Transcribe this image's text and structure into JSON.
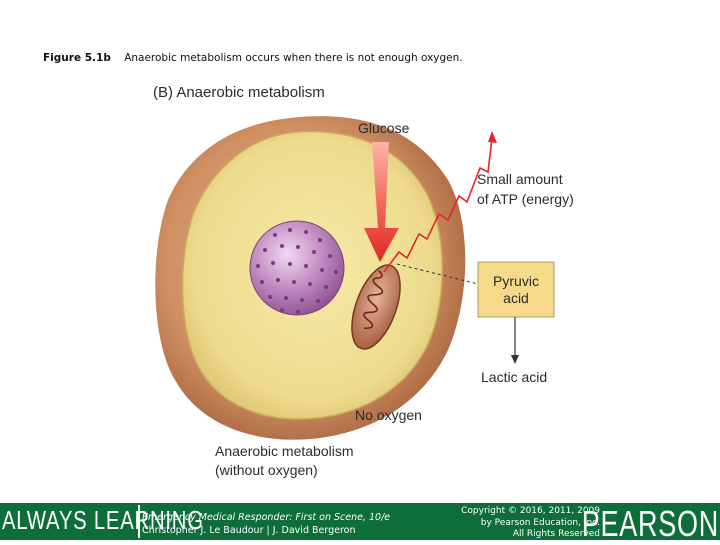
{
  "caption": {
    "figure_label": "Figure 5.1b",
    "text": "Anaerobic metabolism occurs when there is not enough oxygen."
  },
  "diagram": {
    "title": "(B) Anaerobic metabolism",
    "glucose": "Glucose",
    "atp_line1": "Small amount",
    "atp_line2": "of ATP (energy)",
    "pyruvic_line1": "Pyruvic",
    "pyruvic_line2": "acid",
    "lactic": "Lactic acid",
    "no_oxygen": "No oxygen",
    "bottom_line1": "Anaerobic metabolism",
    "bottom_line2": "(without oxygen)",
    "colors": {
      "cell_outer": "#c98a5e",
      "cytoplasm": "#f1e29a",
      "nucleus": "#b37bb3",
      "arrow_red": "#e83a34",
      "pyruvic_box": "#f7d98a"
    }
  },
  "footer": {
    "left_brand": "ALWAYS LEARNING",
    "book_line1": "Emergency Medical Responder: First on Scene, 10/e",
    "book_line2": "Christopher J. Le Baudour | J. David Bergeron",
    "copy_line1": "Copyright © 2016, 2011, 2009",
    "copy_line2": "by Pearson Education, Inc.",
    "copy_line3": "All Rights Reserved",
    "right_brand": "PEARSON"
  }
}
